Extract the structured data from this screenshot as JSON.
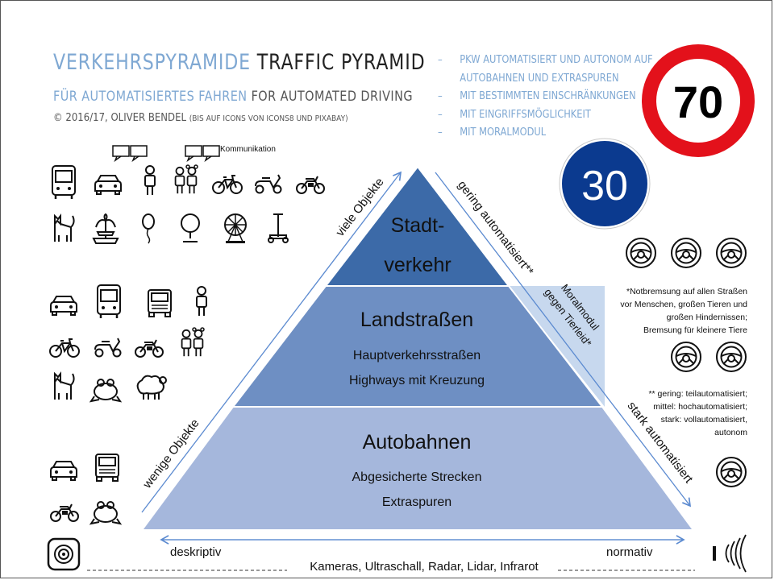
{
  "header": {
    "title_de": "VERKEHRSPYRAMIDE",
    "title_en": "TRAFFIC PYRAMID",
    "subtitle_de": "FÜR AUTOMATISIERTES FAHREN",
    "subtitle_en": "FOR AUTOMATED DRIVING",
    "credit_main": "© 2016/17, OLIVER BENDEL",
    "credit_note": "(BIS AUF ICONS VON ICONS8 UND PIXABAY)"
  },
  "bullets": [
    {
      "dash": "–",
      "lines": [
        "PKW AUTOMATISIERT UND AUTONOM AUF",
        "AUTOBAHNEN UND EXTRASPUREN"
      ]
    },
    {
      "dash": "–",
      "lines": [
        "MIT BESTIMMTEN EINSCHRÄNKUNGEN"
      ]
    },
    {
      "dash": "–",
      "lines": [
        "MIT EINGRIFFSMÖGLICHKEIT"
      ]
    },
    {
      "dash": "–",
      "lines": [
        "MIT MORALMODUL"
      ]
    }
  ],
  "signs": {
    "speed_limit": "70",
    "min_speed": "30"
  },
  "communication_label": "Kommunikation",
  "pyramid": {
    "top": {
      "line1": "Stadt-",
      "line2": "verkehr"
    },
    "middle": {
      "title": "Landstraßen",
      "sub1": "Hauptverkehrsstraßen",
      "sub2": "Highways mit Kreuzung"
    },
    "bottom": {
      "title": "Autobahnen",
      "sub1": "Abgesicherte  Strecken",
      "sub2": "Extraspuren"
    }
  },
  "arrows": {
    "left_top": "viele Objekte",
    "left_bottom": "wenige Objekte",
    "right_top": "gering automatisiert**",
    "right_bottom": "stark automatisiert",
    "moral_line1": "Moralmodul",
    "moral_line2": "gegen Tierleid*",
    "bottom_left": "deskriptiv",
    "bottom_right": "normativ"
  },
  "notes": {
    "emergency": [
      "*Notbremsung auf allen Straßen",
      "vor Menschen, großen Tieren und",
      "großen Hindernissen;",
      "Bremsung für kleinere Tiere"
    ],
    "levels": [
      "** gering: teilautomatisiert;",
      "mittel: hochautomatisiert;",
      "stark: vollautomatisiert,",
      "autonom"
    ]
  },
  "footer": "Kameras, Ultraschall, Radar, Lidar, Infrarot",
  "icons": {
    "top_rows": [
      [
        "bus-icon",
        "car-icon",
        "person-icon",
        "children-icon",
        "bicycle-icon",
        "scooter-icon",
        "motorcycle-icon"
      ],
      [
        "cat-icon",
        "fountain-icon",
        "balloon-icon",
        "mirror-icon",
        "ferris-wheel-icon",
        "segway-icon"
      ]
    ],
    "middle_rows": [
      [
        "car-icon",
        "bus-icon",
        "truck-icon",
        "person-icon"
      ],
      [
        "bicycle-icon",
        "scooter-icon",
        "motorcycle-icon",
        "children-icon"
      ],
      [
        "cat-icon",
        "frog-icon",
        "sheep-icon"
      ]
    ],
    "bottom_rows": [
      [
        "car-icon",
        "truck-icon"
      ],
      [
        "motorcycle-icon",
        "frog-icon"
      ]
    ],
    "steering_groups": [
      3,
      2,
      1
    ],
    "sensor_icons": [
      "camera-sensor-icon",
      "signal-wave-icon"
    ],
    "speech_bubble": "speech-bubble-icon"
  },
  "colors": {
    "tier_top": "#3c6aa8",
    "tier_middle": "#6e8fc3",
    "tier_bottom": "#a5b7dc",
    "moral_band": "#c7d8ee",
    "arrow": "#5b8ad0",
    "title_blue": "#7fa8d3",
    "sign_red": "#e3111b",
    "sign_blue": "#0b3a8f"
  }
}
